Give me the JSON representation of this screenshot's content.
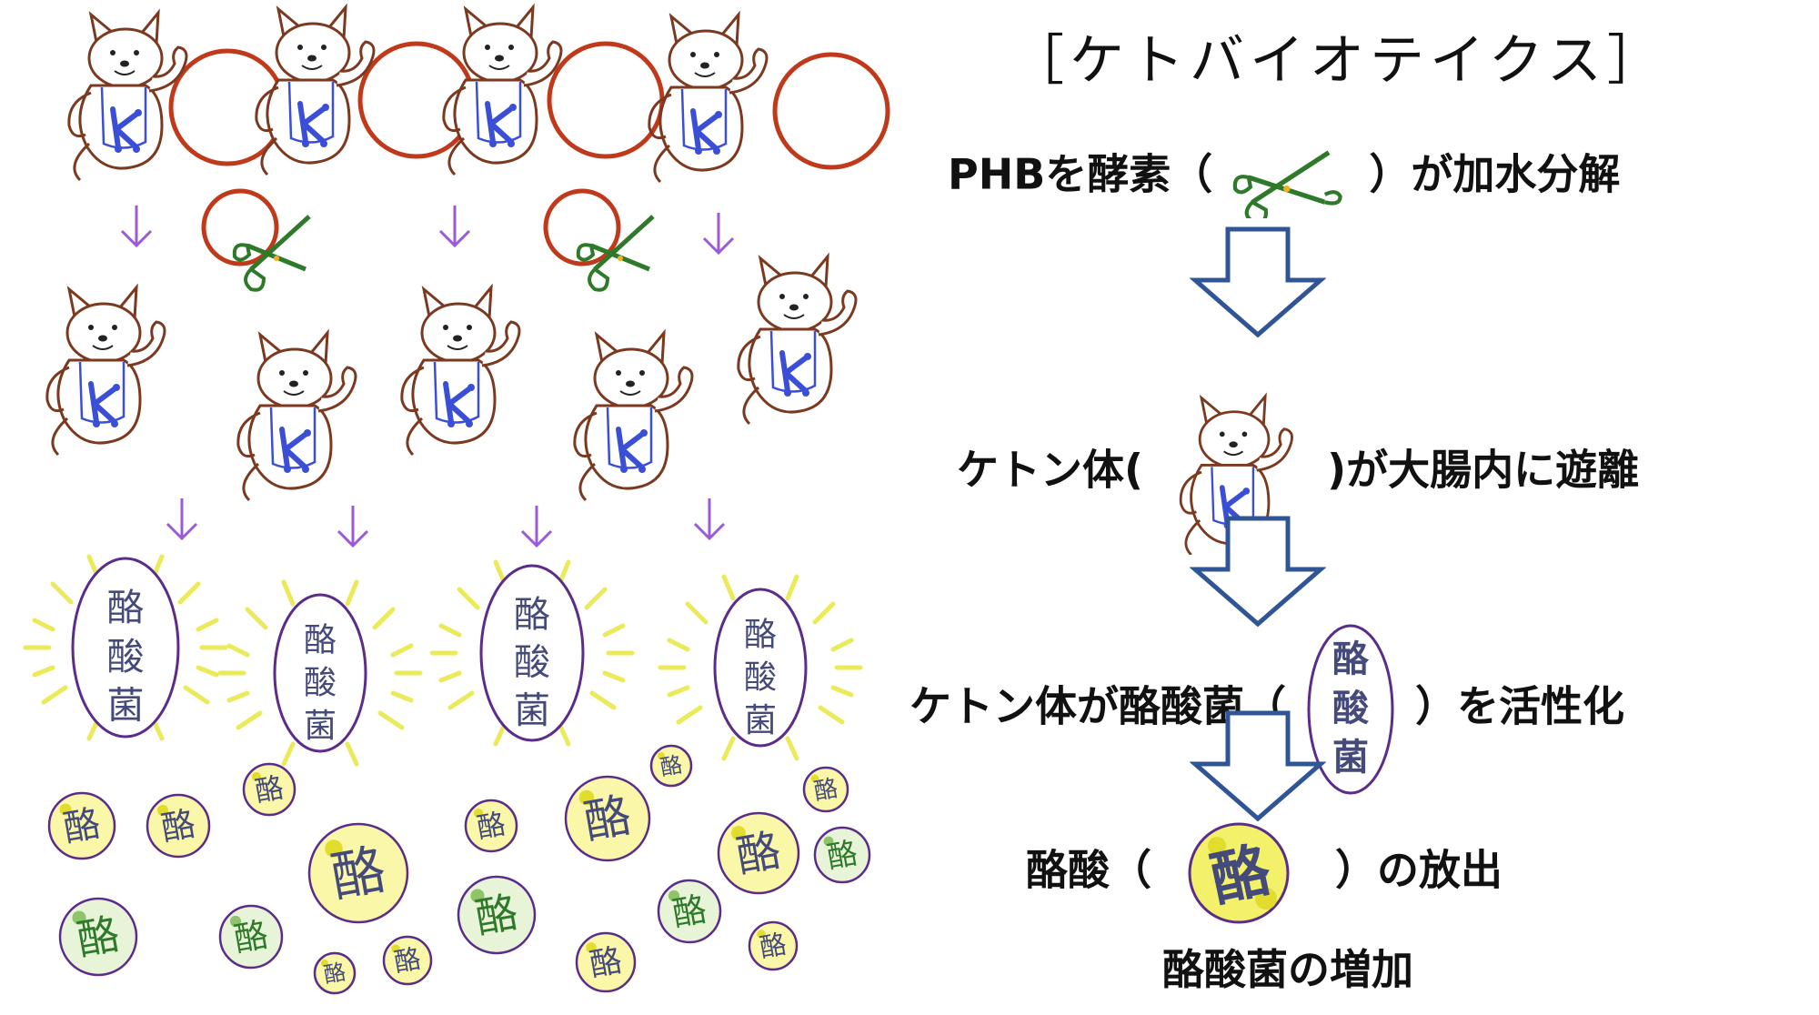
{
  "title": "［ケトバイオテイクス］",
  "steps": [
    {
      "before": "PHBを酵素（",
      "after": "）が加水分解",
      "icon": "scissors-icon"
    },
    {
      "before": "ケトン体(",
      "after": ")が大腸内に遊離",
      "icon": "muscle-cat-icon"
    },
    {
      "before": "ケトン体が酪酸菌（",
      "after": "）を活性化",
      "icon": "butyrate-bacteria-icon"
    },
    {
      "before": "酪酸（",
      "after": "）の放出",
      "icon": "butyrate-bubble-icon"
    }
  ],
  "result": "酪酸菌の増加",
  "bacteria_label": [
    "酪",
    "酸",
    "菌"
  ],
  "butyrate_char": "酪",
  "colors": {
    "ring": "#c0391b",
    "cat": "#7b3a20",
    "singlet": "#3b4fd6",
    "scissors": "#2f7a2a",
    "arrow_small": "#9b5bd6",
    "arrow_big": "#2f5597",
    "bacteria_outline": "#5b2c8a",
    "glow": "#eaea5a",
    "bubble_fill": "#f3f06a",
    "bubble_green": "#8fc46b"
  }
}
